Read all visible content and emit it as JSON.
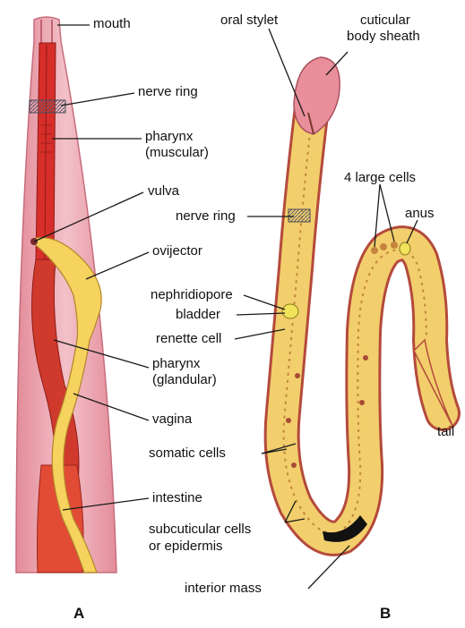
{
  "panels": {
    "a": "A",
    "b": "B"
  },
  "labels_a": {
    "mouth": "mouth",
    "nerve_ring": "nerve ring",
    "pharynx_muscular_1": "pharynx",
    "pharynx_muscular_2": "(muscular)",
    "vulva": "vulva",
    "ovijector": "ovijector",
    "pharynx_glandular_1": "pharynx",
    "pharynx_glandular_2": "(glandular)",
    "vagina": "vagina",
    "intestine": "intestine"
  },
  "labels_b": {
    "oral_stylet": "oral stylet",
    "cuticular_1": "cuticular",
    "cuticular_2": "body sheath",
    "large_cells": "4 large cells",
    "anus": "anus",
    "nerve_ring": "nerve ring",
    "nephridiopore": "nephridiopore",
    "bladder": "bladder",
    "renette_cell": "renette cell",
    "tail": "tail",
    "somatic_cells": "somatic cells",
    "subcuticular_1": "subcuticular cells",
    "subcuticular_2": "or epidermis",
    "interior_mass": "interior mass"
  },
  "colors": {
    "body_pink": "#e79aa6",
    "body_pink_light": "#f3c1c8",
    "pharynx_red": "#d72e2a",
    "intestine_red": "#e24b36",
    "reproductive_yellow": "#f6d25e",
    "worm_yellow": "#f2cf6c",
    "worm_outline": "#b44a3c",
    "sheath_pink": "#e98e9b",
    "interior_mass": "#111111"
  }
}
